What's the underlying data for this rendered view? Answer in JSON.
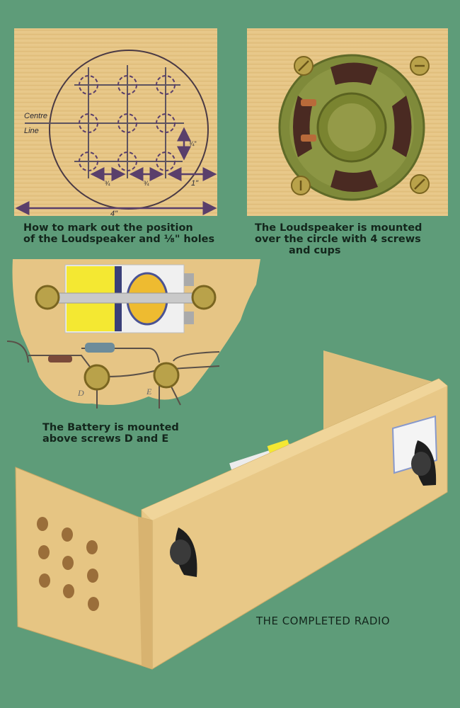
{
  "page": {
    "background_color": "#5e9c79",
    "wood_color": "#e7c788",
    "ink_color": "#5a3f6b"
  },
  "diagram1": {
    "label_centre": "Centre",
    "label_line": "Line",
    "dim_vertical": "¾\"",
    "dim_gap1": "¾",
    "dim_gap2": "¾",
    "dim_edge": "1\"",
    "dim_total": "4\"",
    "hole_grid": "3x3",
    "caption_line1": "How to mark out the position",
    "caption_line2": "of the Loudspeaker and ⅛\" holes"
  },
  "diagram2": {
    "subject": "loudspeaker with 4 screws",
    "caption_line1": "The Loudspeaker is mounted",
    "caption_line2": "over the circle with 4 screws",
    "caption_line3": "and cups"
  },
  "diagram3": {
    "subject": "battery strapped between two screws",
    "screw_label_d": "D",
    "screw_label_e": "E",
    "caption_line1": "The Battery is mounted",
    "caption_line2": "above screws D and E"
  },
  "diagram4": {
    "subject": "completed radio wooden box",
    "speaker_holes": 9,
    "knobs": 2,
    "caption": "THE COMPLETED RADIO"
  }
}
